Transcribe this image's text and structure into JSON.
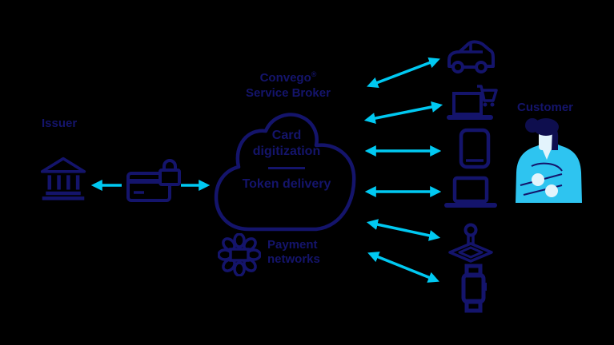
{
  "colors": {
    "background": "#000000",
    "navy": "#14146B",
    "cyan_arrow": "#00C9F2",
    "person_jacket": "#2EC4F0",
    "person_skin": "#E3F4FC",
    "person_hair": "#0E0E4E"
  },
  "labels": {
    "issuer": "Issuer",
    "customer": "Customer"
  },
  "broker": {
    "name": "Convego",
    "trademark": "®",
    "subtitle": "Service Broker"
  },
  "cloud": {
    "top": "Card digitization",
    "bottom": "Token delivery"
  },
  "payment_networks": {
    "label": "Payment networks"
  },
  "icons": {
    "left": [
      "bank-icon",
      "card-with-lock-icon"
    ],
    "center": [
      "cloud-shape",
      "payment-networks-burst-icon"
    ],
    "devices": [
      "car-icon",
      "ecommerce-cart-laptop-icon",
      "smartphone-icon",
      "laptop-icon",
      "joystick-icon",
      "smartwatch-icon"
    ],
    "right": [
      "customer-person-illustration"
    ]
  }
}
